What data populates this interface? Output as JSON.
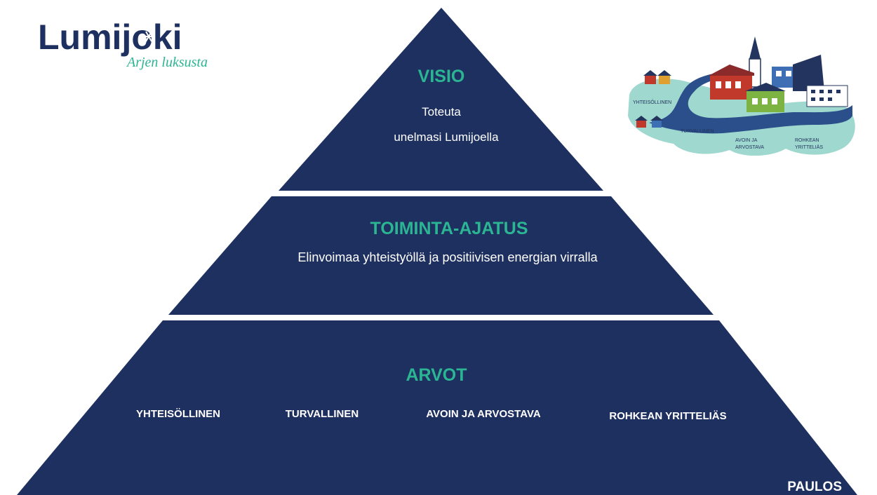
{
  "logo": {
    "name": "Lumijoki",
    "tagline": "Arjen luksusta"
  },
  "top": {
    "heading": "VISIO",
    "line1": "Toteuta",
    "line2": "unelmasi Lumijoella"
  },
  "middle": {
    "heading": "TOIMINTA-AJATUS",
    "text": "Elinvoimaa yhteistyöllä ja positiivisen energian virralla"
  },
  "bottom": {
    "heading": "ARVOT",
    "values": [
      "YHTEISÖLLINEN",
      "TURVALLINEN",
      "AVOIN JA ARVOSTAVA",
      "ROHKEAN YRITTELIÄS"
    ]
  },
  "illustration": {
    "labels": [
      "YHTEISÖLLINEN",
      "TURVALLINEN",
      "AVOIN JA",
      "ARVOSTAVA",
      "ROHKEAN",
      "YRITTELIÄS"
    ]
  },
  "footer": {
    "brand": "PAULOS"
  },
  "colors": {
    "pyramid": "#1e3060",
    "heading": "#2bb593",
    "text": "#ffffff"
  }
}
